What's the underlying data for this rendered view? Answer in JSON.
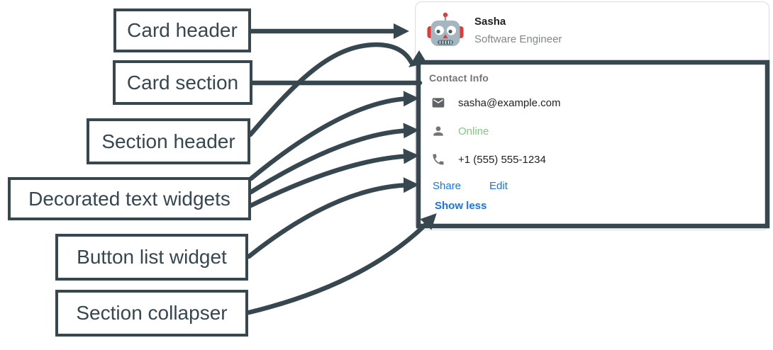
{
  "diagram": {
    "labels": [
      {
        "text": "Card header"
      },
      {
        "text": "Card section"
      },
      {
        "text": "Section header"
      },
      {
        "text": "Decorated text widgets"
      },
      {
        "text": "Button list widget"
      },
      {
        "text": "Section collapser"
      }
    ]
  },
  "card": {
    "header": {
      "avatar_icon": "robot-avatar",
      "title": "Sasha",
      "subtitle": "Software Engineer"
    },
    "section": {
      "title": "Contact Info",
      "rows": [
        {
          "icon": "email-icon",
          "text": "sasha@example.com"
        },
        {
          "icon": "person-icon",
          "text": "Online"
        },
        {
          "icon": "phone-icon",
          "text": "+1 (555) 555-1234"
        }
      ],
      "buttons": [
        {
          "label": "Share"
        },
        {
          "label": "Edit"
        }
      ],
      "collapser_label": "Show less"
    }
  },
  "colors": {
    "annotation": "#37474f",
    "link_blue": "#1a73e8",
    "online_green": "#81c784"
  }
}
